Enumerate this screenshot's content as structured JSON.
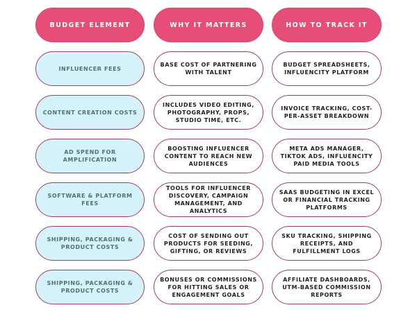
{
  "headers": [
    "BUDGET ELEMENT",
    "WHY IT MATTERS",
    "HOW TO TRACK IT"
  ],
  "rows": [
    {
      "element": "INFLUENCER FEES",
      "why": "BASE COST OF PARTNERING WITH TALENT",
      "how": "BUDGET SPREADSHEETS, INFLUENCITY PLATFORM"
    },
    {
      "element": "CONTENT CREATION COSTS",
      "why": "INCLUDES VIDEO EDITING, PHOTOGRAPHY, PROPS, STUDIO TIME, ETC.",
      "how": "INVOICE TRACKING, COST-PER-ASSET BREAKDOWN"
    },
    {
      "element": "AD SPEND FOR AMPLIFICATION",
      "why": "BOOSTING INFLUENCER CONTENT TO REACH NEW AUDIENCES",
      "how": "META ADS MANAGER, TIKTOK ADS, INFLUENCITY PAID MEDIA TOOLS"
    },
    {
      "element": "SOFTWARE & PLATFORM FEES",
      "why": "TOOLS FOR INFLUENCER DISCOVERY, CAMPAIGN MANAGEMENT, AND ANALYTICS",
      "how": "SAAS BUDGETING IN EXCEL OR FINANCIAL TRACKING PLATFORMS"
    },
    {
      "element": "SHIPPING, PACKAGING & PRODUCT COSTS",
      "why": "COST OF SENDING OUT PRODUCTS FOR SEEDING, GIFTING, OR REVIEWS",
      "how": "SKU TRACKING, SHIPPING RECEIPTS, AND FULFILLMENT LOGS"
    },
    {
      "element": "SHIPPING, PACKAGING & PRODUCT COSTS",
      "why": "BONUSES OR COMMISSIONS FOR HITTING SALES OR ENGAGEMENT GOALS",
      "how": "AFFILIATE DASHBOARDS, UTM-BASED COMMISSION REPORTS"
    }
  ],
  "colors": {
    "header_fill": "#e64e78",
    "element_fill": "#d6f2fb",
    "cell_border": "#9c3f6c"
  }
}
